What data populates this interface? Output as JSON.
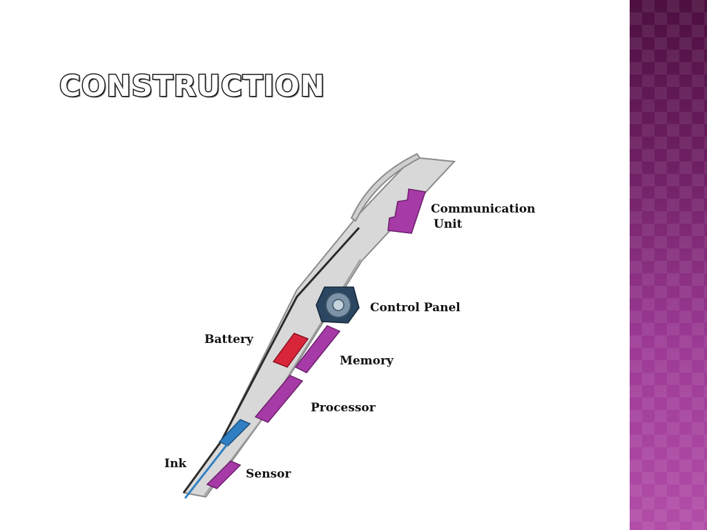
{
  "slide": {
    "title": "CONSTRUCTION"
  },
  "diagram": {
    "labels": {
      "communication_line1": "Communication",
      "communication_line2": "Unit",
      "control_panel": "Control Panel",
      "battery": "Battery",
      "memory": "Memory",
      "processor": "Processor",
      "ink": "Ink",
      "sensor": "Sensor"
    }
  },
  "colors": {
    "theme_band": "#8e2f87",
    "component": "#a63aa6",
    "battery": "#d9253a",
    "ink": "#2f7fc2",
    "pen_body": "#d8d8d8"
  }
}
